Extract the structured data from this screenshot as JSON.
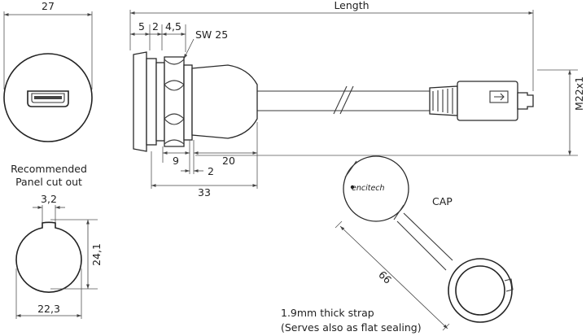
{
  "front_view": {
    "width_label": "27"
  },
  "panel_cutout": {
    "title_line1": "Recommended",
    "title_line2": "Panel cut out",
    "key_width": "3,2",
    "height": "24,1",
    "width": "22,3"
  },
  "side_view": {
    "length_label": "Length",
    "dim_5": "5",
    "dim_2_top": "2",
    "dim_4_5": "4,5",
    "wrench_size": "SW 25",
    "thread": "M22x1",
    "dim_9": "9",
    "dim_20": "20",
    "dim_2_bottom": "2",
    "dim_33": "33"
  },
  "cap": {
    "label": "CAP",
    "brand": "encitech",
    "strap_length": "66",
    "strap_note_line1": "1.9mm thick strap",
    "strap_note_line2": "(Serves also as flat sealing)"
  }
}
